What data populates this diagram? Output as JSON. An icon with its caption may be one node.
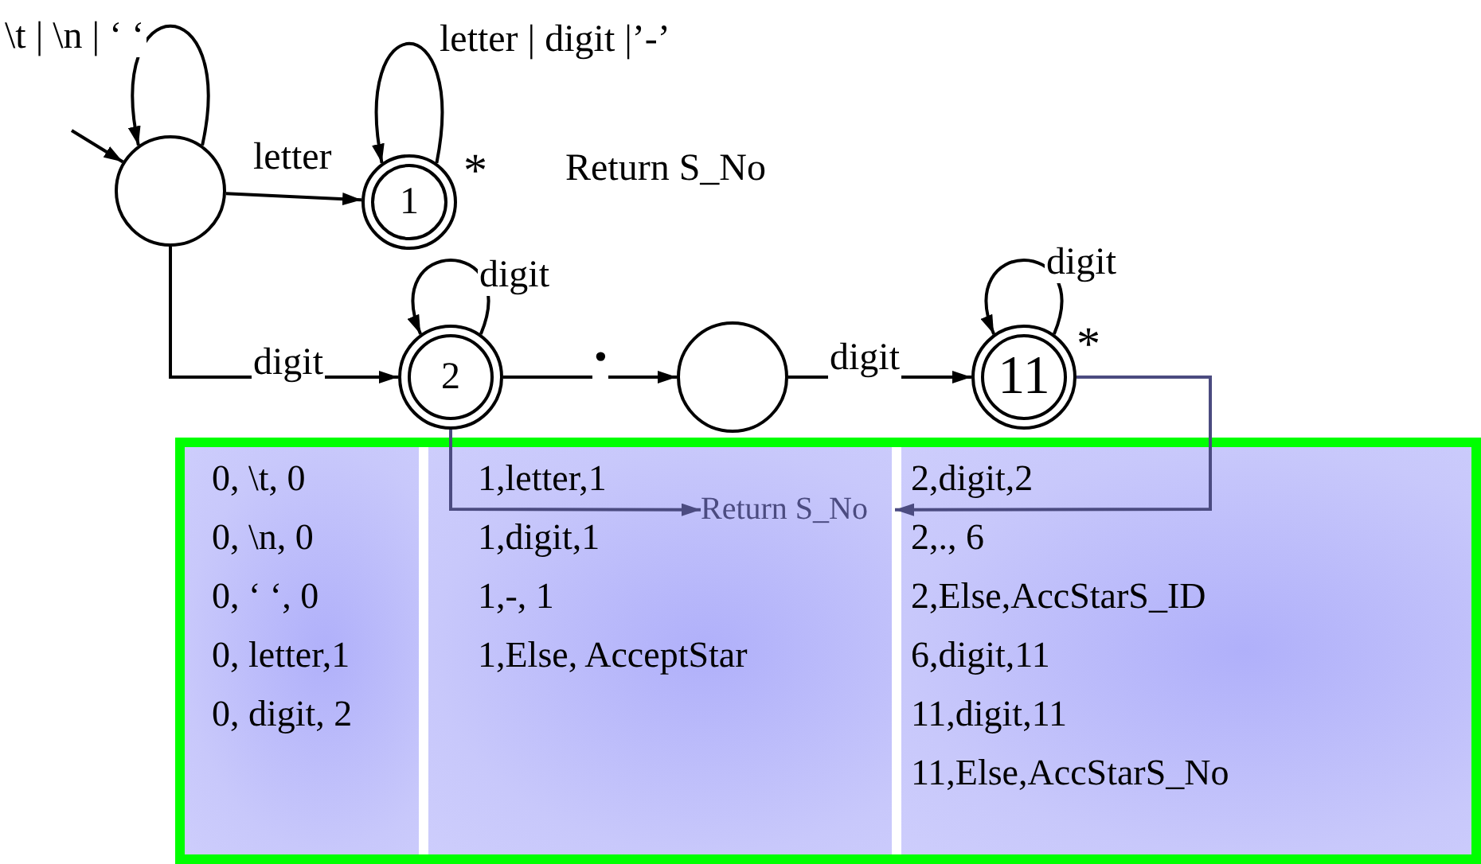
{
  "diagram": {
    "nodes": [
      {
        "text": [],
        "shape": "circle"
      },
      {
        "text": [
          "1"
        ],
        "beside": [
          "*"
        ]
      },
      {
        "text": [
          "2"
        ]
      },
      {
        "text": [],
        "shape": "circle"
      },
      {
        "text": [
          "11"
        ],
        "beside": [
          "*"
        ]
      },
      {
        "text": [
          "Return S_No"
        ]
      }
    ],
    "edges": [
      {
        "from": null,
        "to": 0,
        "arrow": "to"
      },
      {
        "from": 0,
        "to": 0,
        "arrow": "to",
        "label": "\\t | \\n | ‘ ‘"
      },
      {
        "from": 0,
        "to": 1,
        "arrow": "to",
        "label": "letter"
      },
      {
        "from": 1,
        "to": 1,
        "arrow": "to",
        "label": "letter | digit |’-’"
      },
      {
        "from": 0,
        "to": 2,
        "arrow": "to",
        "label": "digit"
      },
      {
        "from": 2,
        "to": 2,
        "arrow": "to",
        "label": "digit"
      },
      {
        "from": 2,
        "to": 3,
        "arrow": "to",
        "label": "•"
      },
      {
        "from": 3,
        "to": 4,
        "arrow": "to",
        "label": "digit"
      },
      {
        "from": 4,
        "to": 4,
        "arrow": "to",
        "label": "digit"
      },
      {
        "from": 4,
        "to": 5,
        "arrow": "to",
        "color": "#4b4b80"
      },
      {
        "from": 2,
        "to": 5,
        "arrow": "to",
        "color": "#4b4b80"
      }
    ],
    "labels": [
      "Return S_No",
      "0, \\t, 0",
      "1,letter,1",
      "2,digit,2",
      "0, \\n, 0",
      "1,digit,1",
      "2,., 6",
      "0, ‘ ‘, 0",
      "1,-, 1",
      "2,Else,AccStarS_ID",
      "0, letter,1",
      "1,Else, AcceptStar",
      "6,digit,11",
      "0, digit, 2",
      "11,digit,11",
      "11,Else,AccStarS_No"
    ]
  }
}
